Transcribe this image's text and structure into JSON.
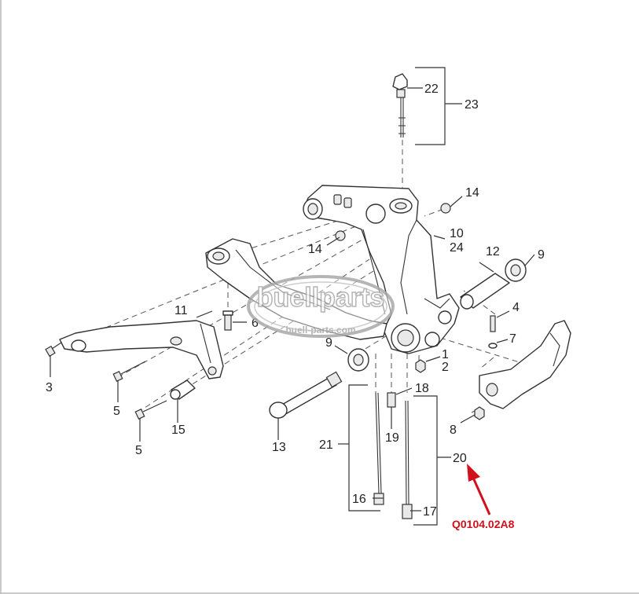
{
  "callouts": {
    "c1": "1",
    "c2": "2",
    "c3": "3",
    "c4": "4",
    "c5a": "5",
    "c5b": "5",
    "c6": "6",
    "c7": "7",
    "c8": "8",
    "c9a": "9",
    "c9b": "9",
    "c10": "10",
    "c11": "11",
    "c12": "12",
    "c13": "13",
    "c14a": "14",
    "c14b": "14",
    "c15": "15",
    "c16": "16",
    "c17": "17",
    "c18": "18",
    "c19": "19",
    "c20": "20",
    "c21": "21",
    "c22": "22",
    "c23": "23",
    "c24": "24"
  },
  "reference_code": "Q0104.02A8",
  "watermark": {
    "brand": "buellparts",
    "url": "buell-parts.com"
  },
  "colors": {
    "reference_code": "#d0101a",
    "arrow": "#d0101a",
    "watermark": "#a9a9a9",
    "line_art": "#333333"
  },
  "icons": {
    "pointer": "red-arrow-icon"
  }
}
